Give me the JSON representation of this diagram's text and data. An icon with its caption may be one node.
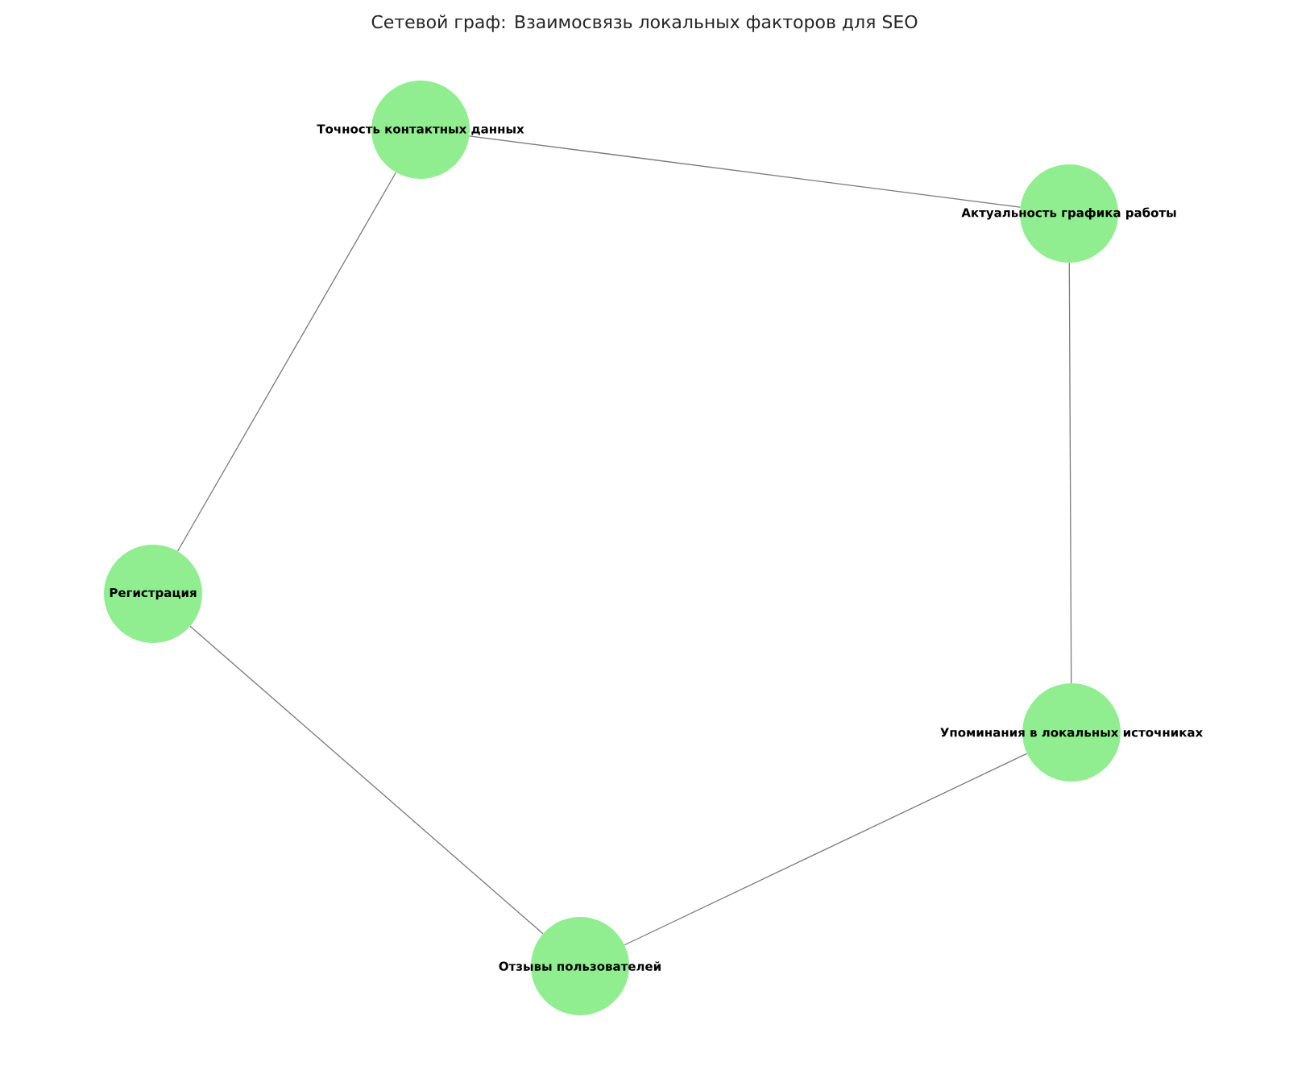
{
  "diagram": {
    "title": "Сетевой граф: Взаимосвязь локальных факторов для SEO",
    "nodes": [
      {
        "text": [
          "Точность контактных данных"
        ]
      },
      {
        "text": [
          "Актуальность графика работы"
        ]
      },
      {
        "text": [
          "Регистрация"
        ]
      },
      {
        "text": [
          "Упоминания в локальных источниках"
        ]
      },
      {
        "text": [
          "Отзывы пользователей"
        ]
      }
    ],
    "edges": [
      {
        "from": 0,
        "to": 1,
        "arrow": "none"
      },
      {
        "from": 0,
        "to": 2,
        "arrow": "none"
      },
      {
        "from": 1,
        "to": 3,
        "arrow": "none"
      },
      {
        "from": 2,
        "to": 4,
        "arrow": "none"
      },
      {
        "from": 3,
        "to": 4,
        "arrow": "none"
      }
    ]
  }
}
